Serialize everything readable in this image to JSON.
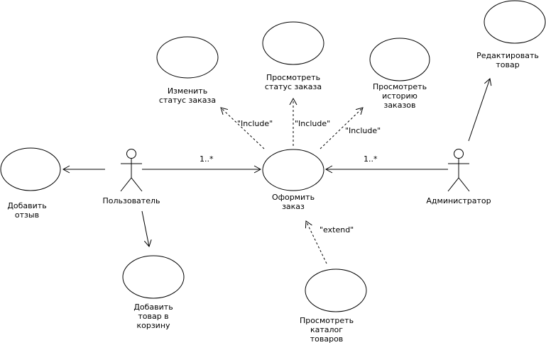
{
  "actors": {
    "user": "Пользователь",
    "admin": "Администратор"
  },
  "use_cases": {
    "checkout": "Оформить\nзаказ",
    "change_status": "Изменить\nстатус заказа",
    "view_status": "Просмотреть\nстатус заказа",
    "view_history": "Просмотреть\nисторию\nзаказов",
    "edit_product": "Редактировать\nтовар",
    "add_review": "Добавить\nотзыв",
    "add_to_cart": "Добавить\nтовар в\nкорзину",
    "view_catalog": "Просмотреть\nкаталог\nтоваров"
  },
  "relations": {
    "include_1": "\"Include\"",
    "include_2": "\"Include\"",
    "include_3": "\"Include\"",
    "extend": "\"extend\"",
    "mult_user": "1..*",
    "mult_admin": "1..*"
  }
}
